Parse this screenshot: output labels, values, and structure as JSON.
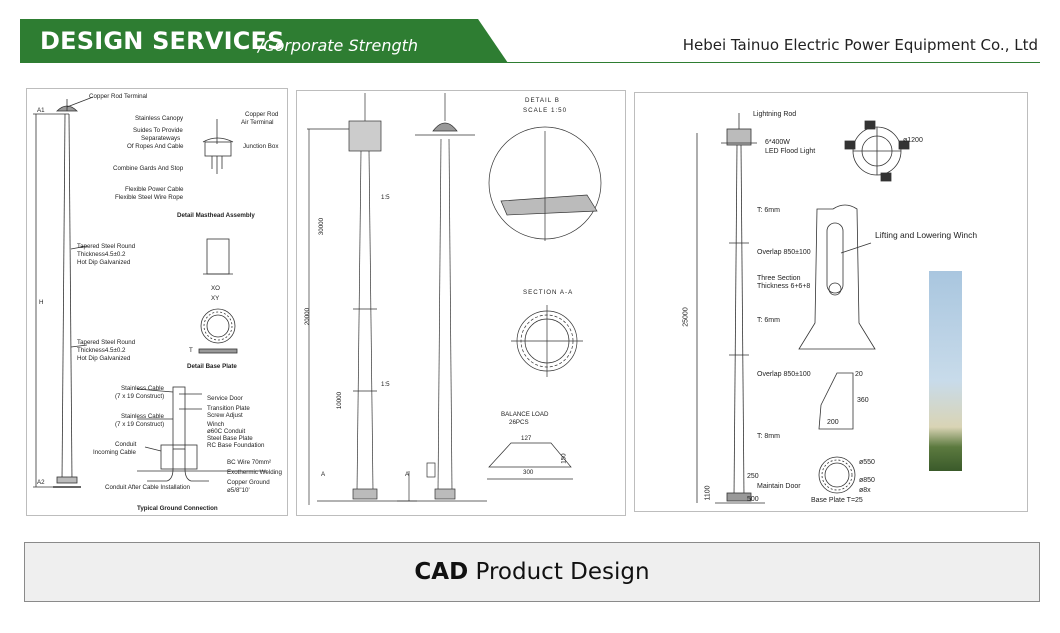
{
  "header": {
    "title": "DESIGN SERVICES",
    "subtitle": "/Corporate Strength",
    "company": "Hebei Tainuo Electric Power Equipment Co., Ltd",
    "accent_color": "#2e7d32"
  },
  "drawings": {
    "panel1": {
      "labels": [
        "Copper Rod Terminal",
        "A1",
        "Stainless Canopy",
        "Copper Rod",
        "Air Terminal",
        "Suides To Provide",
        "Separateways",
        "Of Ropes And Cable",
        "Junction Box",
        "Combine Gards And Stop",
        "Flexible Power Cable",
        "Flexible Steel Wire Rope",
        "Detail Masthead Assembly",
        "Tapered Steel Round",
        "Thickness4.5±0.2",
        "Hot Dip Galvanized",
        "H",
        "XO",
        "XY",
        "T",
        "Detail Base Plate",
        "Tapered Steel Round",
        "Thickness4.5±0.2",
        "Hot Dip Galvanized",
        "Stainless Cable",
        "(7 x 19 Construct)",
        "Service Door",
        "Transition Plate",
        "Screw Adjust",
        "Stainless Cable",
        "(7 x 19 Construct)",
        "Winch",
        "ø60C Conduit",
        "Steel Base Plate",
        "RC Base Foundation",
        "Conduit",
        "Incoming Cable",
        "BC Wire 70mm²",
        "Exothermic Welding",
        "Copper Ground",
        "ø5/8\"10'",
        "A2",
        "Conduit After Cable Installation",
        "Typical Ground Connection"
      ]
    },
    "panel2": {
      "labels": [
        "DETAIL B",
        "SCALE 1:50",
        "SECTION A-A",
        "BALANCE LOAD",
        "26PCS",
        "1:5",
        "1:5",
        "30000",
        "20000",
        "10000",
        "127",
        "300",
        "150",
        "A",
        "A"
      ]
    },
    "panel3": {
      "labels": [
        "Lightning Rod",
        "6*400W",
        "LED Flood Light",
        "T: 6mm",
        "Overlap 850±100",
        "Three Section",
        "Thickness 6+6+8",
        "T: 6mm",
        "Overlap 850±100",
        "T: 8mm",
        "Maintain Door",
        "250",
        "500",
        "25000",
        "1100",
        "Lifting and Lowering Winch",
        "ø1200",
        "20",
        "360",
        "200",
        "ø550",
        "ø850",
        "ø8x",
        "Base Plate T=25"
      ]
    }
  },
  "footer": {
    "bold": "CAD",
    "rest": " Product Design"
  }
}
